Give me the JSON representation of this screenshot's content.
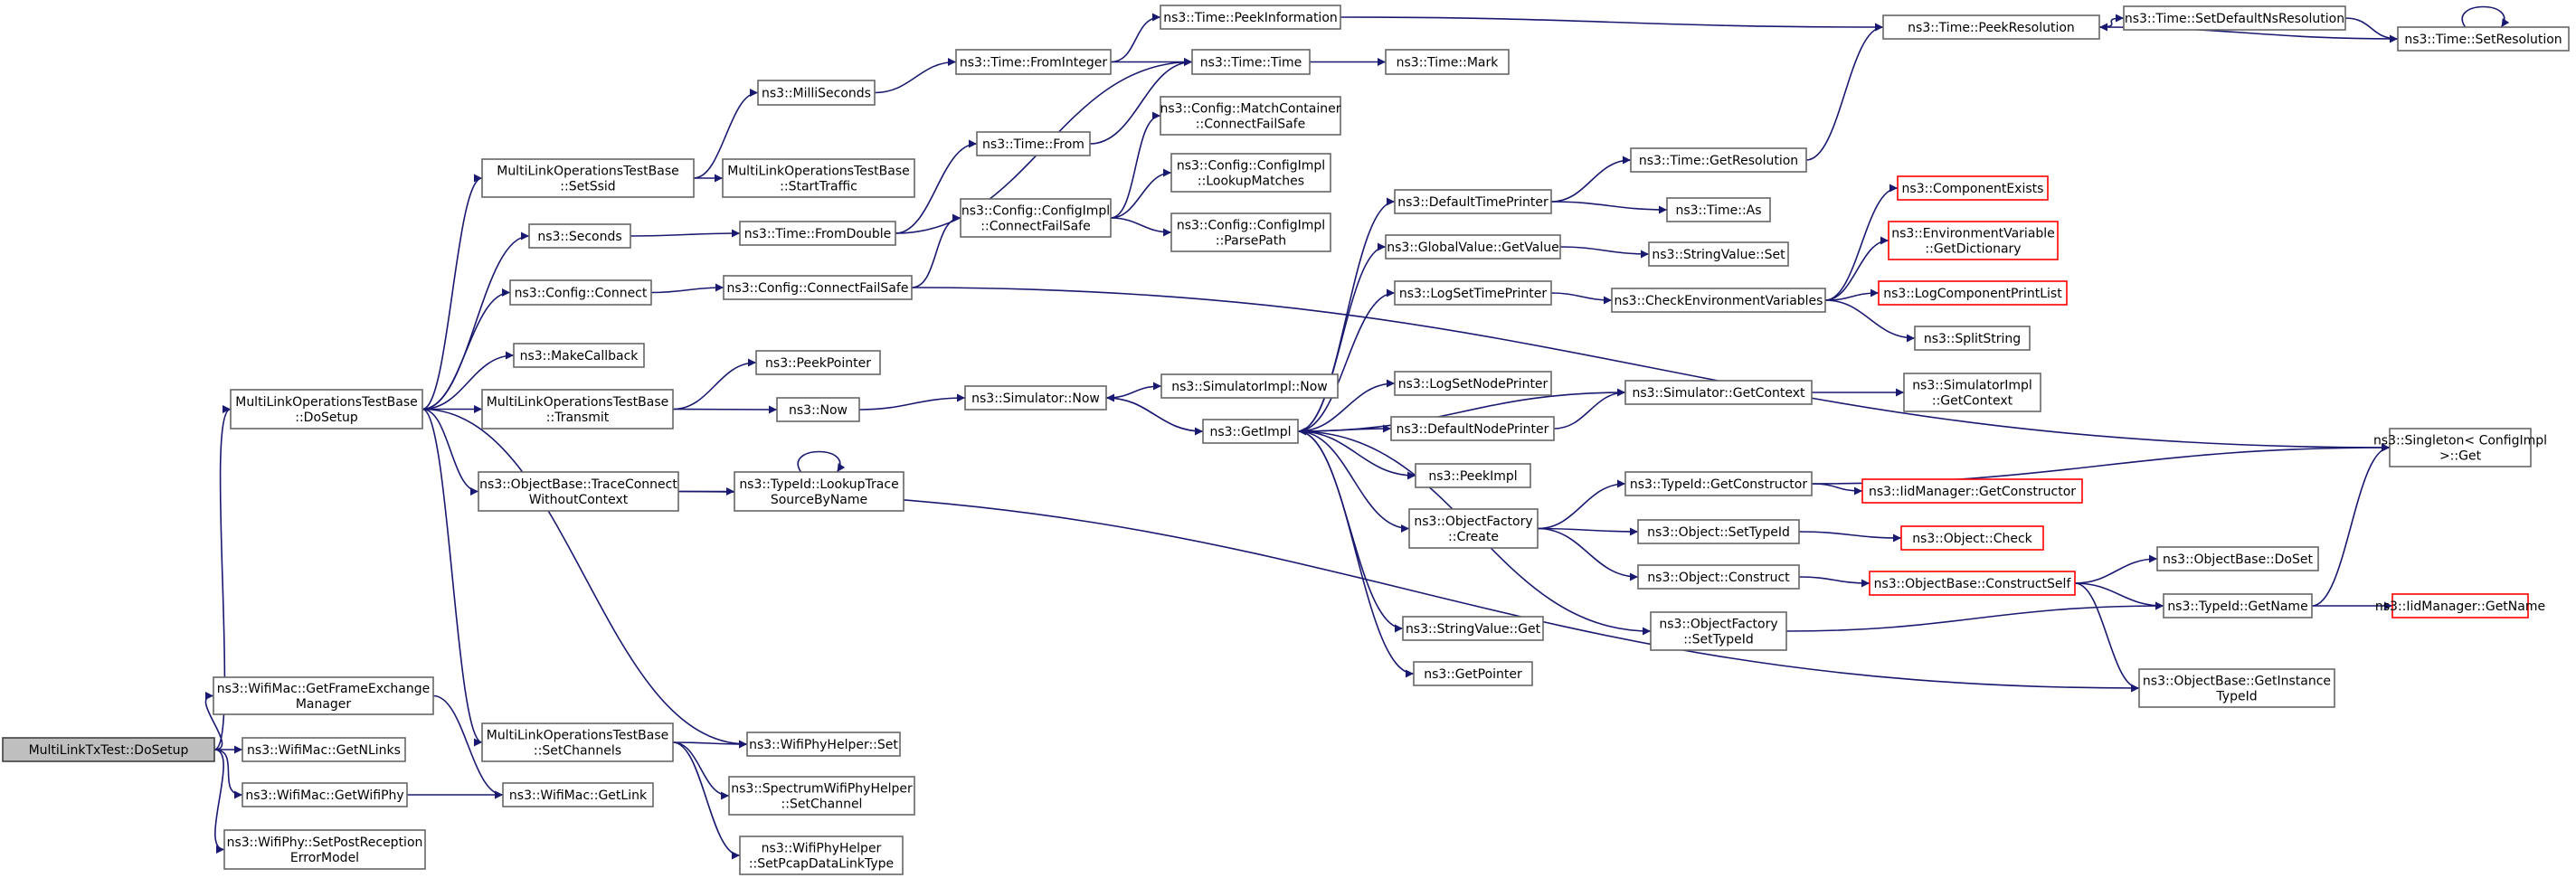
{
  "colors": {
    "edge": "#191970",
    "box_border": "#666666",
    "red_border": "#ff0000",
    "root_fill": "#bfbfbf"
  },
  "nodes": [
    {
      "id": "mltx",
      "lines": [
        "MultiLinkTxTest::DoSetup"
      ]
    },
    {
      "id": "doSetup",
      "lines": [
        "MultiLinkOperationsTestBase",
        "::DoSetup"
      ]
    },
    {
      "id": "getFEM",
      "lines": [
        "ns3::WifiMac::GetFrameExchange",
        "Manager"
      ]
    },
    {
      "id": "getNLinks",
      "lines": [
        "ns3::WifiMac::GetNLinks"
      ]
    },
    {
      "id": "getWifiPhy",
      "lines": [
        "ns3::WifiMac::GetWifiPhy"
      ]
    },
    {
      "id": "setPostRx",
      "lines": [
        "ns3::WifiPhy::SetPostReception",
        "ErrorModel"
      ]
    },
    {
      "id": "setSsid",
      "lines": [
        "MultiLinkOperationsTestBase",
        "::SetSsid"
      ]
    },
    {
      "id": "seconds",
      "lines": [
        "ns3::Seconds"
      ]
    },
    {
      "id": "cfgConnect",
      "lines": [
        "ns3::Config::Connect"
      ]
    },
    {
      "id": "makeCallback",
      "lines": [
        "ns3::MakeCallback"
      ]
    },
    {
      "id": "transmit",
      "lines": [
        "MultiLinkOperationsTestBase",
        "::Transmit"
      ]
    },
    {
      "id": "traceConnect",
      "lines": [
        "ns3::ObjectBase::TraceConnect",
        "WithoutContext"
      ]
    },
    {
      "id": "setChannels",
      "lines": [
        "MultiLinkOperationsTestBase",
        "::SetChannels"
      ]
    },
    {
      "id": "getLink",
      "lines": [
        "ns3::WifiMac::GetLink"
      ]
    },
    {
      "id": "milli",
      "lines": [
        "ns3::MilliSeconds"
      ]
    },
    {
      "id": "startTraffic",
      "lines": [
        "MultiLinkOperationsTestBase",
        "::StartTraffic"
      ]
    },
    {
      "id": "fromDouble",
      "lines": [
        "ns3::Time::FromDouble"
      ]
    },
    {
      "id": "cfgConnectFS",
      "lines": [
        "ns3::Config::ConnectFailSafe"
      ]
    },
    {
      "id": "peekPointer",
      "lines": [
        "ns3::PeekPointer"
      ]
    },
    {
      "id": "now",
      "lines": [
        "ns3::Now"
      ]
    },
    {
      "id": "lookupTrace",
      "lines": [
        "ns3::TypeId::LookupTrace",
        "SourceByName"
      ]
    },
    {
      "id": "wphSet",
      "lines": [
        "ns3::WifiPhyHelper::Set"
      ]
    },
    {
      "id": "specSetChannel",
      "lines": [
        "ns3::SpectrumWifiPhyHelper",
        "::SetChannel"
      ]
    },
    {
      "id": "setPcap",
      "lines": [
        "ns3::WifiPhyHelper",
        "::SetPcapDataLinkType"
      ]
    },
    {
      "id": "fromInteger",
      "lines": [
        "ns3::Time::FromInteger"
      ]
    },
    {
      "id": "timeFrom",
      "lines": [
        "ns3::Time::From"
      ]
    },
    {
      "id": "cfgImplCFS",
      "lines": [
        "ns3::Config::ConfigImpl",
        "::ConnectFailSafe"
      ]
    },
    {
      "id": "simNow",
      "lines": [
        "ns3::Simulator::Now"
      ]
    },
    {
      "id": "peekInfo",
      "lines": [
        "ns3::Time::PeekInformation"
      ]
    },
    {
      "id": "timeTime",
      "lines": [
        "ns3::Time::Time"
      ]
    },
    {
      "id": "matchCFS",
      "lines": [
        "ns3::Config::MatchContainer",
        "::ConnectFailSafe"
      ]
    },
    {
      "id": "lookupMatches",
      "lines": [
        "ns3::Config::ConfigImpl",
        "::LookupMatches"
      ]
    },
    {
      "id": "parsePath",
      "lines": [
        "ns3::Config::ConfigImpl",
        "::ParsePath"
      ]
    },
    {
      "id": "simImplNow",
      "lines": [
        "ns3::SimulatorImpl::Now"
      ]
    },
    {
      "id": "getImpl",
      "lines": [
        "ns3::GetImpl"
      ]
    },
    {
      "id": "timeMark",
      "lines": [
        "ns3::Time::Mark"
      ]
    },
    {
      "id": "defTimePrinter",
      "lines": [
        "ns3::DefaultTimePrinter"
      ]
    },
    {
      "id": "gvGetValue",
      "lines": [
        "ns3::GlobalValue::GetValue"
      ]
    },
    {
      "id": "logSetTime",
      "lines": [
        "ns3::LogSetTimePrinter"
      ]
    },
    {
      "id": "logSetNode",
      "lines": [
        "ns3::LogSetNodePrinter"
      ]
    },
    {
      "id": "defNodePrinter",
      "lines": [
        "ns3::DefaultNodePrinter"
      ]
    },
    {
      "id": "peekImpl",
      "lines": [
        "ns3::PeekImpl"
      ]
    },
    {
      "id": "objFactCreate",
      "lines": [
        "ns3::ObjectFactory",
        "::Create"
      ]
    },
    {
      "id": "svGet",
      "lines": [
        "ns3::StringValue::Get"
      ]
    },
    {
      "id": "getPointer",
      "lines": [
        "ns3::GetPointer"
      ]
    },
    {
      "id": "getResolution",
      "lines": [
        "ns3::Time::GetResolution"
      ]
    },
    {
      "id": "timeAs",
      "lines": [
        "ns3::Time::As"
      ]
    },
    {
      "id": "svSet",
      "lines": [
        "ns3::StringValue::Set"
      ]
    },
    {
      "id": "checkEnv",
      "lines": [
        "ns3::CheckEnvironmentVariables"
      ]
    },
    {
      "id": "simGetContext",
      "lines": [
        "ns3::Simulator::GetContext"
      ]
    },
    {
      "id": "tidGetCtor",
      "lines": [
        "ns3::TypeId::GetConstructor"
      ]
    },
    {
      "id": "objSetTypeId",
      "lines": [
        "ns3::Object::SetTypeId"
      ]
    },
    {
      "id": "objConstruct",
      "lines": [
        "ns3::Object::Construct"
      ]
    },
    {
      "id": "ofSetTypeId",
      "lines": [
        "ns3::ObjectFactory",
        "::SetTypeId"
      ]
    },
    {
      "id": "peekRes",
      "lines": [
        "ns3::Time::PeekResolution"
      ]
    },
    {
      "id": "compExists",
      "lines": [
        "ns3::ComponentExists"
      ]
    },
    {
      "id": "envGetDict",
      "lines": [
        "ns3::EnvironmentVariable",
        "::GetDictionary"
      ]
    },
    {
      "id": "logCompPrint",
      "lines": [
        "ns3::LogComponentPrintList"
      ]
    },
    {
      "id": "splitString",
      "lines": [
        "ns3::SplitString"
      ]
    },
    {
      "id": "simImplGetCtx",
      "lines": [
        "ns3::SimulatorImpl",
        "::GetContext"
      ]
    },
    {
      "id": "iidGetCtor",
      "lines": [
        "ns3::IidManager::GetConstructor"
      ]
    },
    {
      "id": "objCheck",
      "lines": [
        "ns3::Object::Check"
      ]
    },
    {
      "id": "obConstructSelf",
      "lines": [
        "ns3::ObjectBase::ConstructSelf"
      ]
    },
    {
      "id": "setDefNsRes",
      "lines": [
        "ns3::Time::SetDefaultNsResolution"
      ]
    },
    {
      "id": "setRes",
      "lines": [
        "ns3::Time::SetResolution"
      ]
    },
    {
      "id": "singletonGet",
      "lines": [
        "ns3::Singleton< ConfigImpl",
        " >::Get"
      ]
    },
    {
      "id": "obDoSet",
      "lines": [
        "ns3::ObjectBase::DoSet"
      ]
    },
    {
      "id": "tidGetName",
      "lines": [
        "ns3::TypeId::GetName"
      ]
    },
    {
      "id": "iidGetName",
      "lines": [
        "ns3::IidManager::GetName"
      ]
    },
    {
      "id": "obGetInstTid",
      "lines": [
        "ns3::ObjectBase::GetInstance",
        "TypeId"
      ]
    }
  ]
}
